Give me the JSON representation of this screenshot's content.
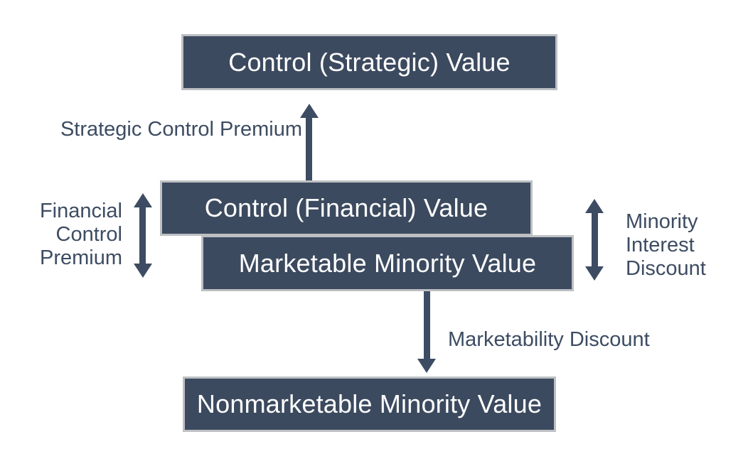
{
  "diagram": {
    "boxes": [
      {
        "id": "control-strategic-value",
        "label": "Control (Strategic) Value"
      },
      {
        "id": "control-financial-value",
        "label": "Control (Financial) Value"
      },
      {
        "id": "marketable-minority-value",
        "label": "Marketable Minority Value"
      },
      {
        "id": "nonmarketable-minority-value",
        "label": "Nonmarketable Minority Value"
      }
    ],
    "labels": {
      "strategic_premium": "Strategic Control Premium",
      "financial_premium_lines": [
        "Financial",
        "Control",
        "Premium"
      ],
      "minority_discount_lines": [
        "Minority",
        "Interest",
        "Discount"
      ],
      "marketability_discount": "Marketability Discount"
    },
    "arrows": [
      {
        "name": "strategic-premium-arrow",
        "direction": "up",
        "from": "control-financial-value",
        "to": "control-strategic-value"
      },
      {
        "name": "financial-premium-arrow",
        "direction": "up-down",
        "between": [
          "control-financial-value",
          "marketable-minority-value"
        ]
      },
      {
        "name": "minority-discount-arrow",
        "direction": "up-down",
        "between": [
          "control-financial-value",
          "marketable-minority-value"
        ]
      },
      {
        "name": "marketability-discount-arrow",
        "direction": "down",
        "from": "marketable-minority-value",
        "to": "nonmarketable-minority-value"
      }
    ],
    "colors": {
      "background": "#FFFFFF",
      "box_fill": "#3C4A5F",
      "box_border": "#BDBFC3",
      "box_text": "#FFFFFF",
      "accent": "#3D4C62"
    }
  }
}
